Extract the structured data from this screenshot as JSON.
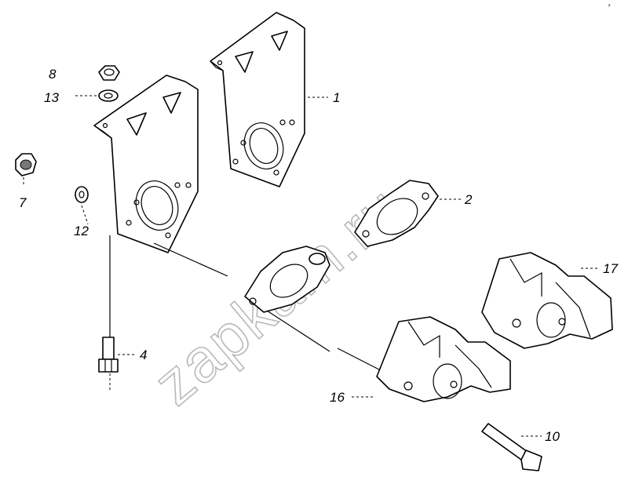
{
  "watermark": "zapkam.ru",
  "corner_mark": "²",
  "callouts": {
    "c1": "1",
    "c2": "2",
    "c4": "4",
    "c7": "7",
    "c8": "8",
    "c10": "10",
    "c12": "12",
    "c13": "13",
    "c16": "16",
    "c17": "17"
  }
}
